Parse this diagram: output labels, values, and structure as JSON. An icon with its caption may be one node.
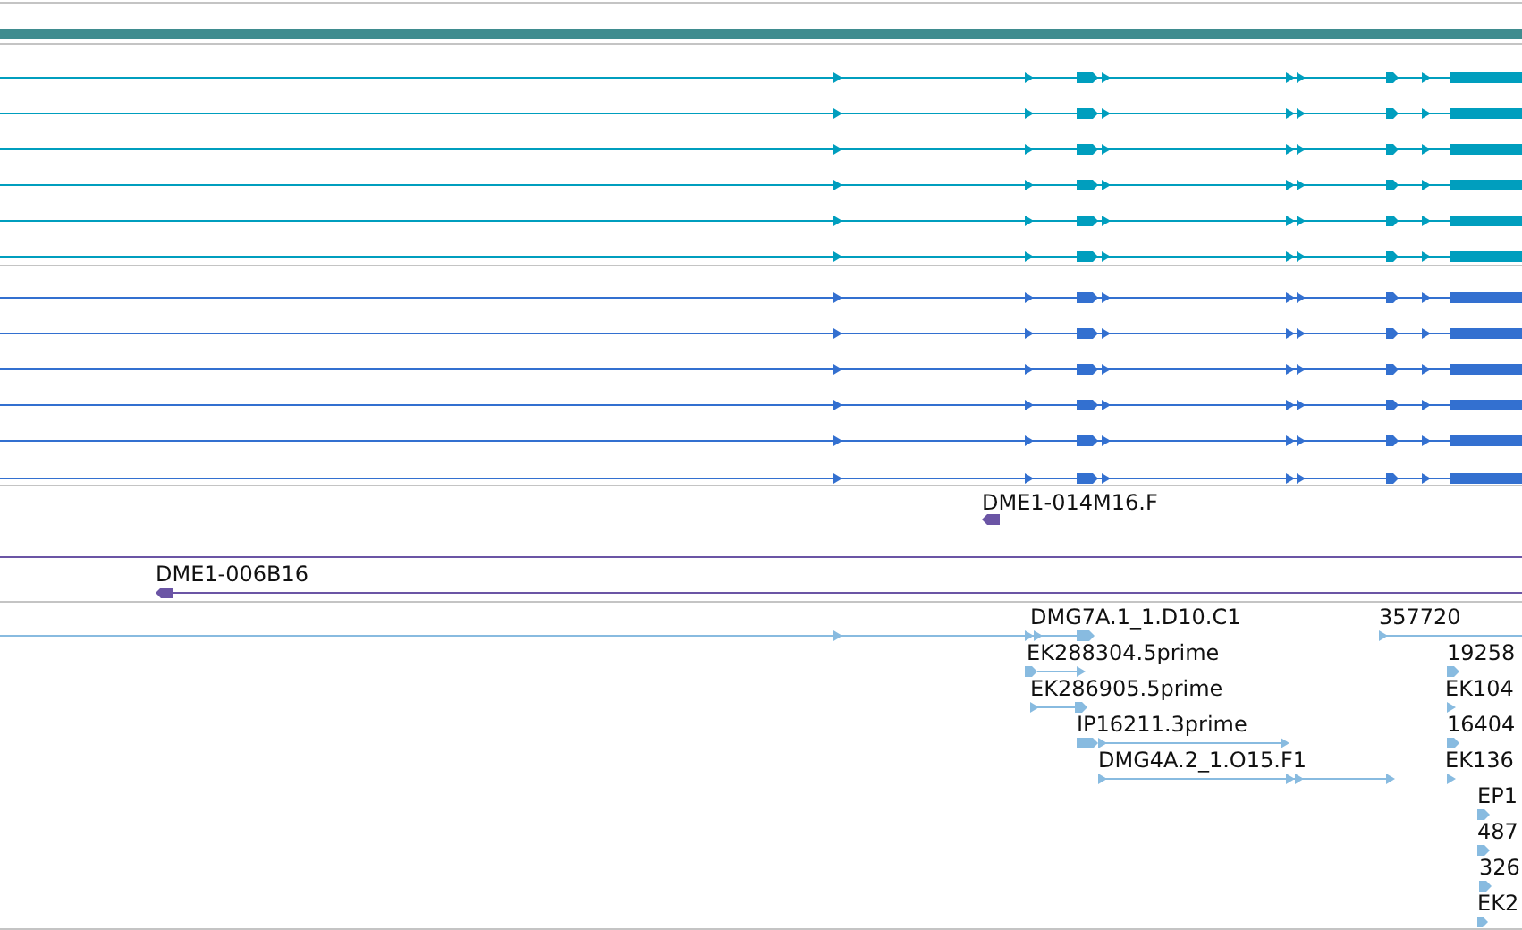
{
  "diagram": {
    "labels": [
      "DME1-014M16.F",
      "DME1-006B16",
      "DMG7A.1_1.D10.C1",
      "357720",
      "EK288304.5prime",
      "19258",
      "EK286905.5prime",
      "EK104",
      "IP16211.3prime",
      "16404",
      "DMG4A.2_1.O15.F1",
      "EK136",
      "EP1",
      "487",
      "326",
      "EK2"
    ]
  }
}
